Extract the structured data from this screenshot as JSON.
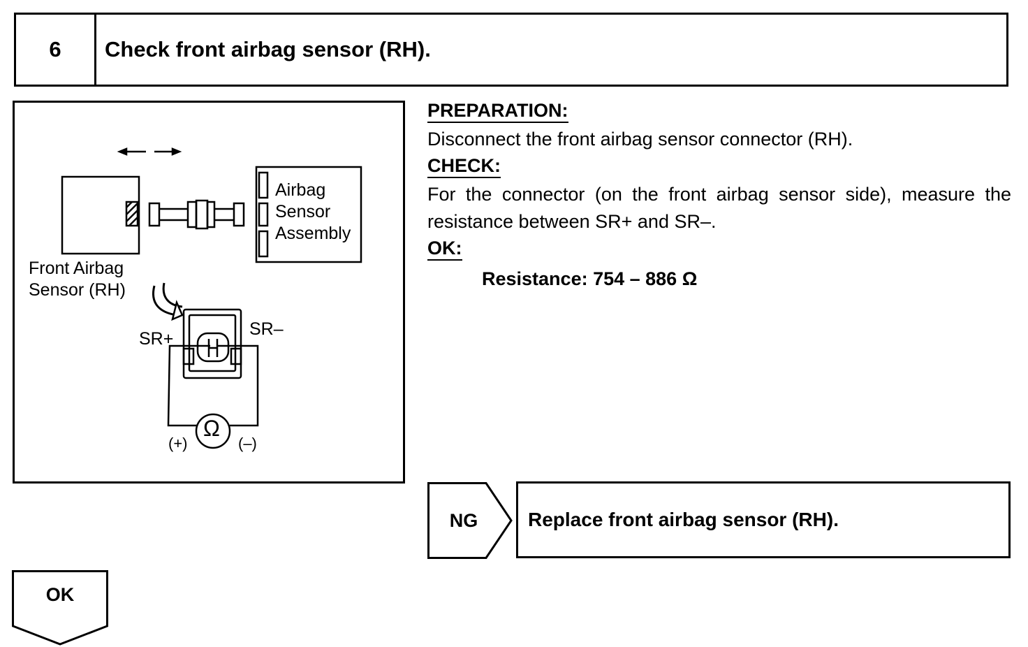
{
  "step": {
    "number": "6",
    "title": "Check front airbag sensor (RH)."
  },
  "diagram": {
    "sensor_label_line1": "Front Airbag",
    "sensor_label_line2": "Sensor (RH)",
    "assembly_label_line1": "Airbag",
    "assembly_label_line2": "Sensor",
    "assembly_label_line3": "Assembly",
    "terminal_plus": "SR+",
    "terminal_minus": "SR–",
    "meter_plus": "(+)",
    "meter_minus": "(–)",
    "ohm_symbol": "Ω"
  },
  "instructions": {
    "preparation_heading": "PREPARATION:",
    "preparation_text": "Disconnect the front airbag sensor connector (RH).",
    "check_heading": "CHECK:",
    "check_text": "For the connector (on the front airbag sensor side), measure the resistance between SR+ and SR–.",
    "ok_heading": "OK:",
    "spec": "Resistance: 754 – 886 Ω"
  },
  "results": {
    "ng_label": "NG",
    "ng_action": "Replace front airbag sensor (RH).",
    "ok_label": "OK"
  }
}
